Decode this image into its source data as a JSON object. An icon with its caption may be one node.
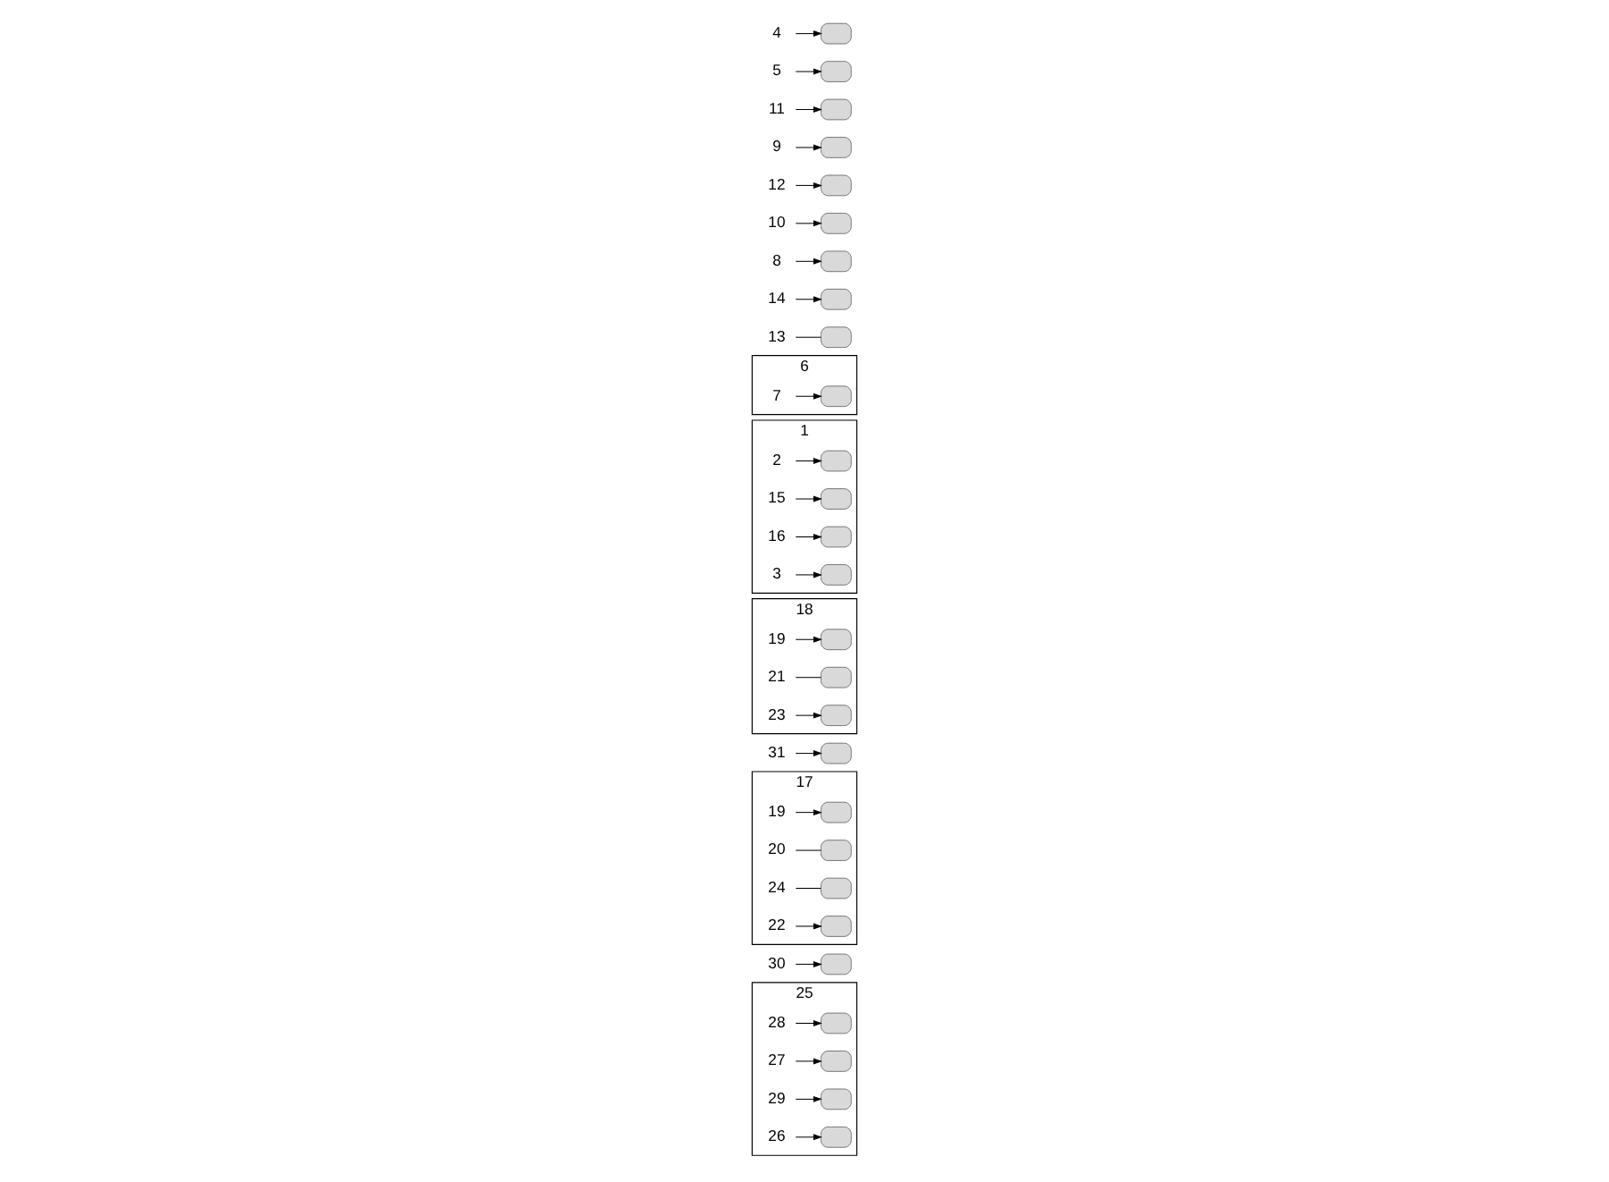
{
  "diagram": {
    "nodes": [
      {
        "text": [
          "25"
        ]
      },
      {
        "text": [
          "28"
        ],
        "in": 0
      },
      {
        "text": [],
        "shape": "box",
        "in": 0
      },
      {
        "text": [],
        "shape": "box",
        "in": 0
      },
      {
        "text": [
          "27"
        ],
        "in": 0
      },
      {
        "text": [],
        "shape": "box",
        "in": 0
      },
      {
        "text": [
          "29"
        ],
        "in": 0
      },
      {
        "text": [],
        "shape": "box",
        "in": 0
      },
      {
        "text": [
          "26"
        ],
        "in": 0
      },
      {
        "text": [],
        "shape": "box"
      },
      {
        "text": [
          "30"
        ]
      },
      {
        "text": [
          "17"
        ]
      },
      {
        "text": [],
        "shape": "box",
        "in": 11
      },
      {
        "text": [
          "19"
        ],
        "in": 11
      },
      {
        "text": [
          "20"
        ],
        "in": 11
      },
      {
        "text": [],
        "shape": "box",
        "in": 11
      },
      {
        "text": [
          "24"
        ],
        "in": 11
      },
      {
        "text": [],
        "shape": "box",
        "in": 11
      },
      {
        "text": [],
        "shape": "box",
        "in": 11
      },
      {
        "text": [
          "22"
        ],
        "in": 11
      },
      {
        "text": [],
        "shape": "box"
      },
      {
        "text": [
          "31"
        ]
      },
      {
        "text": [
          "18"
        ]
      },
      {
        "text": [],
        "shape": "box",
        "in": 22
      },
      {
        "text": [
          "19"
        ],
        "in": 22
      },
      {
        "text": [
          "21"
        ],
        "in": 22
      },
      {
        "text": [],
        "shape": "box",
        "in": 22
      },
      {
        "text": [],
        "shape": "box",
        "in": 22
      },
      {
        "text": [
          "23"
        ],
        "in": 22
      },
      {
        "text": [
          "1"
        ]
      },
      {
        "text": [],
        "shape": "box",
        "in": 29
      },
      {
        "text": [
          "2"
        ],
        "in": 29
      },
      {
        "text": [
          "15"
        ],
        "in": 29
      },
      {
        "text": [],
        "shape": "box",
        "in": 29
      },
      {
        "text": [],
        "shape": "box",
        "in": 29
      },
      {
        "text": [
          "16"
        ],
        "in": 29
      },
      {
        "text": [],
        "shape": "box",
        "in": 29
      },
      {
        "text": [
          "3"
        ],
        "in": 29
      },
      {
        "text": [
          "6"
        ]
      },
      {
        "text": [],
        "shape": "box",
        "in": 38
      },
      {
        "text": [
          "7"
        ],
        "in": 38
      },
      {
        "text": [
          "13"
        ]
      },
      {
        "text": [],
        "shape": "box"
      },
      {
        "text": [
          "14"
        ]
      },
      {
        "text": [],
        "shape": "box"
      },
      {
        "text": [],
        "shape": "box"
      },
      {
        "text": [
          "8"
        ]
      },
      {
        "text": [
          "10"
        ]
      },
      {
        "text": [],
        "shape": "box"
      },
      {
        "text": [],
        "shape": "box"
      },
      {
        "text": [
          "12"
        ]
      },
      {
        "text": [
          "9"
        ]
      },
      {
        "text": [],
        "shape": "box"
      },
      {
        "text": [
          "11"
        ]
      },
      {
        "text": [],
        "shape": "box"
      },
      {
        "text": [
          "5"
        ]
      },
      {
        "text": [],
        "shape": "box"
      },
      {
        "text": [],
        "shape": "box"
      },
      {
        "text": [
          "4"
        ]
      }
    ],
    "edges": [
      {
        "from": 1,
        "to": 2,
        "arrow": "to"
      },
      {
        "from": 4,
        "to": 3,
        "arrow": "to"
      },
      {
        "from": 6,
        "to": 5,
        "arrow": "to"
      },
      {
        "from": 8,
        "to": 7,
        "arrow": "to"
      },
      {
        "from": 10,
        "to": 9,
        "arrow": "to"
      },
      {
        "from": 13,
        "to": 12,
        "arrow": "to"
      },
      {
        "from": 14,
        "to": 15,
        "arrow": "none"
      },
      {
        "from": 16,
        "to": 17,
        "arrow": "none"
      },
      {
        "from": 19,
        "to": 18,
        "arrow": "to"
      },
      {
        "from": 21,
        "to": 20,
        "arrow": "to"
      },
      {
        "from": 24,
        "to": 23,
        "arrow": "to"
      },
      {
        "from": 25,
        "to": 26,
        "arrow": "none"
      },
      {
        "from": 28,
        "to": 27,
        "arrow": "to"
      },
      {
        "from": 31,
        "to": 30,
        "arrow": "to"
      },
      {
        "from": 32,
        "to": 33,
        "arrow": "to"
      },
      {
        "from": 35,
        "to": 34,
        "arrow": "to"
      },
      {
        "from": 37,
        "to": 36,
        "arrow": "to"
      },
      {
        "from": 40,
        "to": 39,
        "arrow": "to"
      },
      {
        "from": 41,
        "to": 42,
        "arrow": "none"
      },
      {
        "from": 43,
        "to": 44,
        "arrow": "to"
      },
      {
        "from": 46,
        "to": 45,
        "arrow": "to"
      },
      {
        "from": 47,
        "to": 48,
        "arrow": "to"
      },
      {
        "from": 50,
        "to": 49,
        "arrow": "to"
      },
      {
        "from": 51,
        "to": 52,
        "arrow": "to"
      },
      {
        "from": 53,
        "to": 54,
        "arrow": "to"
      },
      {
        "from": 55,
        "to": 56,
        "arrow": "to"
      },
      {
        "from": 58,
        "to": 57,
        "arrow": "to"
      }
    ]
  }
}
